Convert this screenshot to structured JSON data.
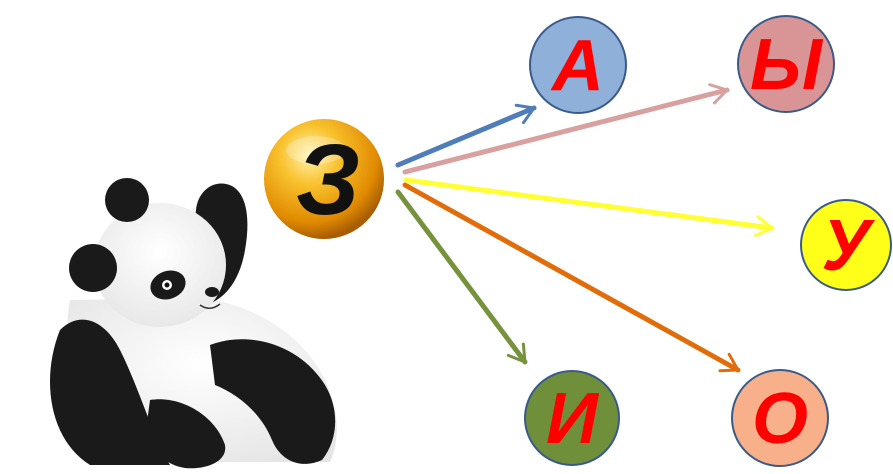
{
  "center": {
    "letter": "З",
    "ball_color": "#f2a20f"
  },
  "vowels": [
    {
      "letter": "А",
      "circle_color": "#8fb0d8",
      "arrow_color": "#4f7db8"
    },
    {
      "letter": "Ы",
      "circle_color": "#d99595",
      "arrow_color": "#d9a0a0"
    },
    {
      "letter": "У",
      "circle_color": "#ffff1a",
      "arrow_color": "#ffff33"
    },
    {
      "letter": "И",
      "circle_color": "#6f8f3a",
      "arrow_color": "#76923c"
    },
    {
      "letter": "О",
      "circle_color": "#f7b08a",
      "arrow_color": "#e36c0a"
    }
  ],
  "letter_color": "#ff0000",
  "mascot": "panda-cub-illustration"
}
